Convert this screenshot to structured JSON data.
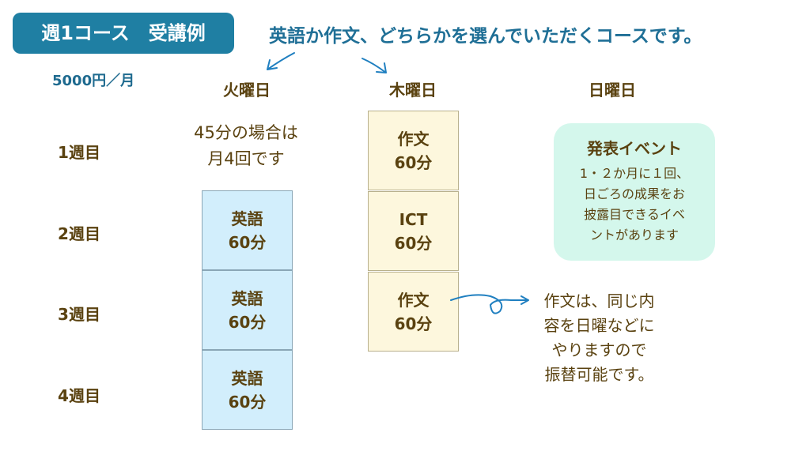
{
  "header": {
    "badge": "週1コース　受講例",
    "headline": "英語か作文、どちらかを選んでいただくコースです。",
    "price": "5000円／月"
  },
  "days": [
    "火曜日",
    "木曜日",
    "日曜日"
  ],
  "weeks": [
    "1週目",
    "2週目",
    "3週目",
    "4週目"
  ],
  "note45": [
    "45分の場合は",
    "月4回です"
  ],
  "tuesday_lessons": [
    {
      "subject": "英語",
      "duration": "60分"
    },
    {
      "subject": "英語",
      "duration": "60分"
    },
    {
      "subject": "英語",
      "duration": "60分"
    }
  ],
  "thursday_lessons": [
    {
      "subject": "作文",
      "duration": "60分"
    },
    {
      "subject": "ICT",
      "duration": "60分"
    },
    {
      "subject": "作文",
      "duration": "60分"
    }
  ],
  "event": {
    "title": "発表イベント",
    "lines": [
      "1・２か月に１回、",
      "日ごろの成果をお",
      "披露目できるイベ",
      "ントがあります"
    ]
  },
  "substitution_note": [
    "作文は、同じ内",
    "容を日曜などに",
    "やりますので",
    "振替可能です。"
  ],
  "colors": {
    "badge": "#1f7fa3",
    "headline": "#1f6f96",
    "text": "#5a4210",
    "tuesday_cell": "#d2eefc",
    "thursday_cell": "#fdf7dd",
    "event_box": "#d4f7ec",
    "arrow": "#1f7fc0"
  }
}
